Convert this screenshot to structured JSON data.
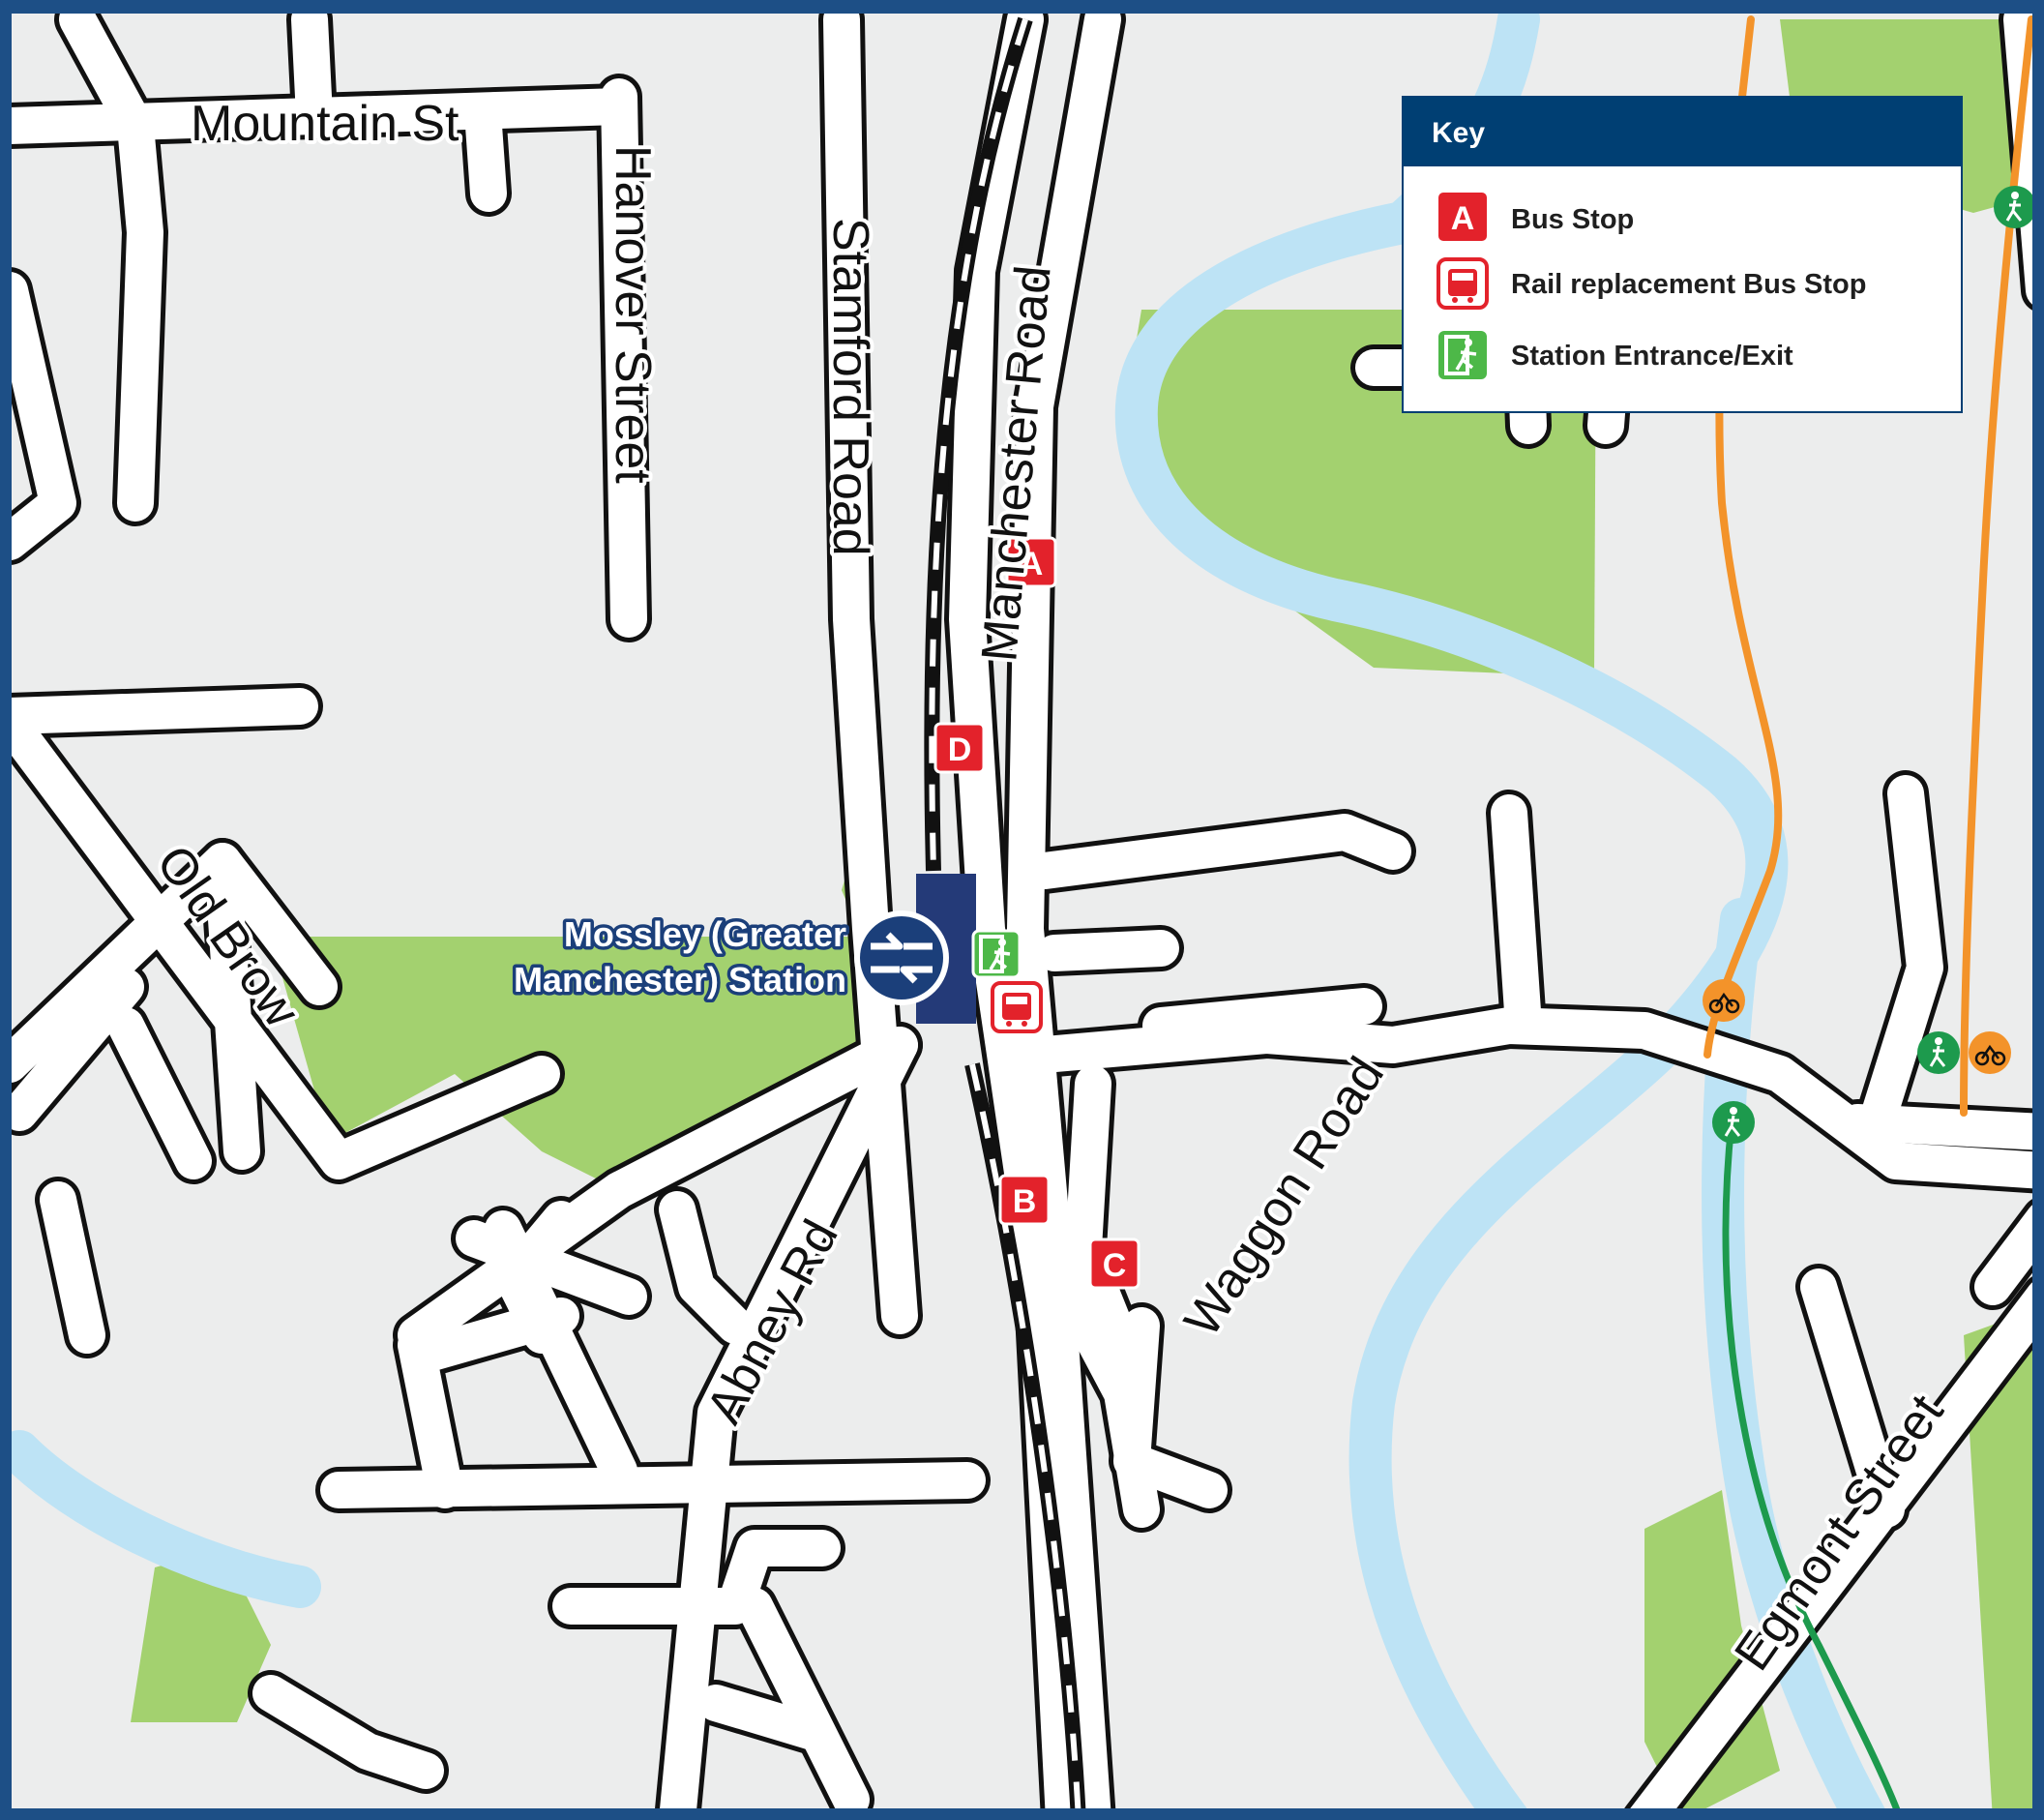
{
  "map": {
    "streets": {
      "mountain_st": "Mountain St",
      "hanover_street": "Hanover Street",
      "stamford_road": "Stamford Road",
      "manchester_road": "Manchester Road",
      "old_brow": "Old Brow",
      "abney_rd": "Abney Rd",
      "waggon_road": "Waggon Road",
      "egmont_street": "Egmont Street"
    },
    "station": {
      "name_line1": "Mossley (Greater",
      "name_line2": "Manchester) Station"
    },
    "bus_stops": [
      "A",
      "B",
      "C",
      "D"
    ]
  },
  "key": {
    "title": "Key",
    "items": [
      {
        "label": "Bus Stop",
        "icon": "bus-stop-letter-icon",
        "letter": "A"
      },
      {
        "label": "Rail replacement Bus Stop",
        "icon": "rail-replacement-bus-icon"
      },
      {
        "label": "Station Entrance/Exit",
        "icon": "station-entrance-exit-icon"
      }
    ]
  },
  "colors": {
    "frame": "#1d4f86",
    "key_header": "#003f73",
    "land": "#eceded",
    "park": "#a3d16f",
    "river": "#bde3f5",
    "bus_stop": "#e3222b",
    "cycle_route": "#f3932a",
    "walk_route": "#1d9a4d",
    "station_platform": "#243a78",
    "rail_logo": "#1b3f7a"
  }
}
